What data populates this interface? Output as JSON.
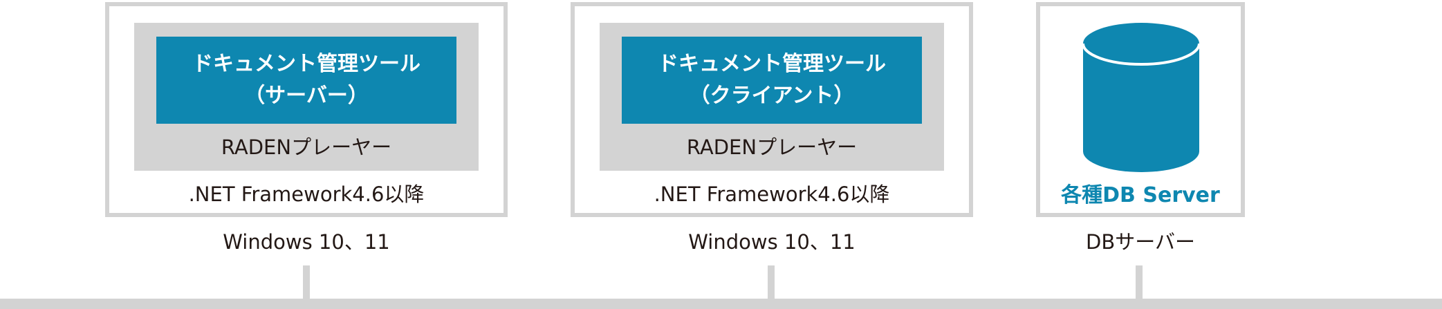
{
  "server": {
    "app_line1": "ドキュメント管理ツール",
    "app_line2": "（サーバー）",
    "player": "RADENプレーヤー",
    "framework": ".NET Framework4.6以降",
    "os": "Windows 10、11"
  },
  "client": {
    "app_line1": "ドキュメント管理ツール",
    "app_line2": "（クライアント）",
    "player": "RADENプレーヤー",
    "framework": ".NET Framework4.6以降",
    "os": "Windows 10、11"
  },
  "db": {
    "label": "各種DB Server",
    "os": "DBサーバー"
  },
  "colors": {
    "accent": "#0e87b0",
    "frame": "#d3d3d3",
    "text": "#231815"
  },
  "icons": {
    "database": "database-cylinder-icon"
  }
}
